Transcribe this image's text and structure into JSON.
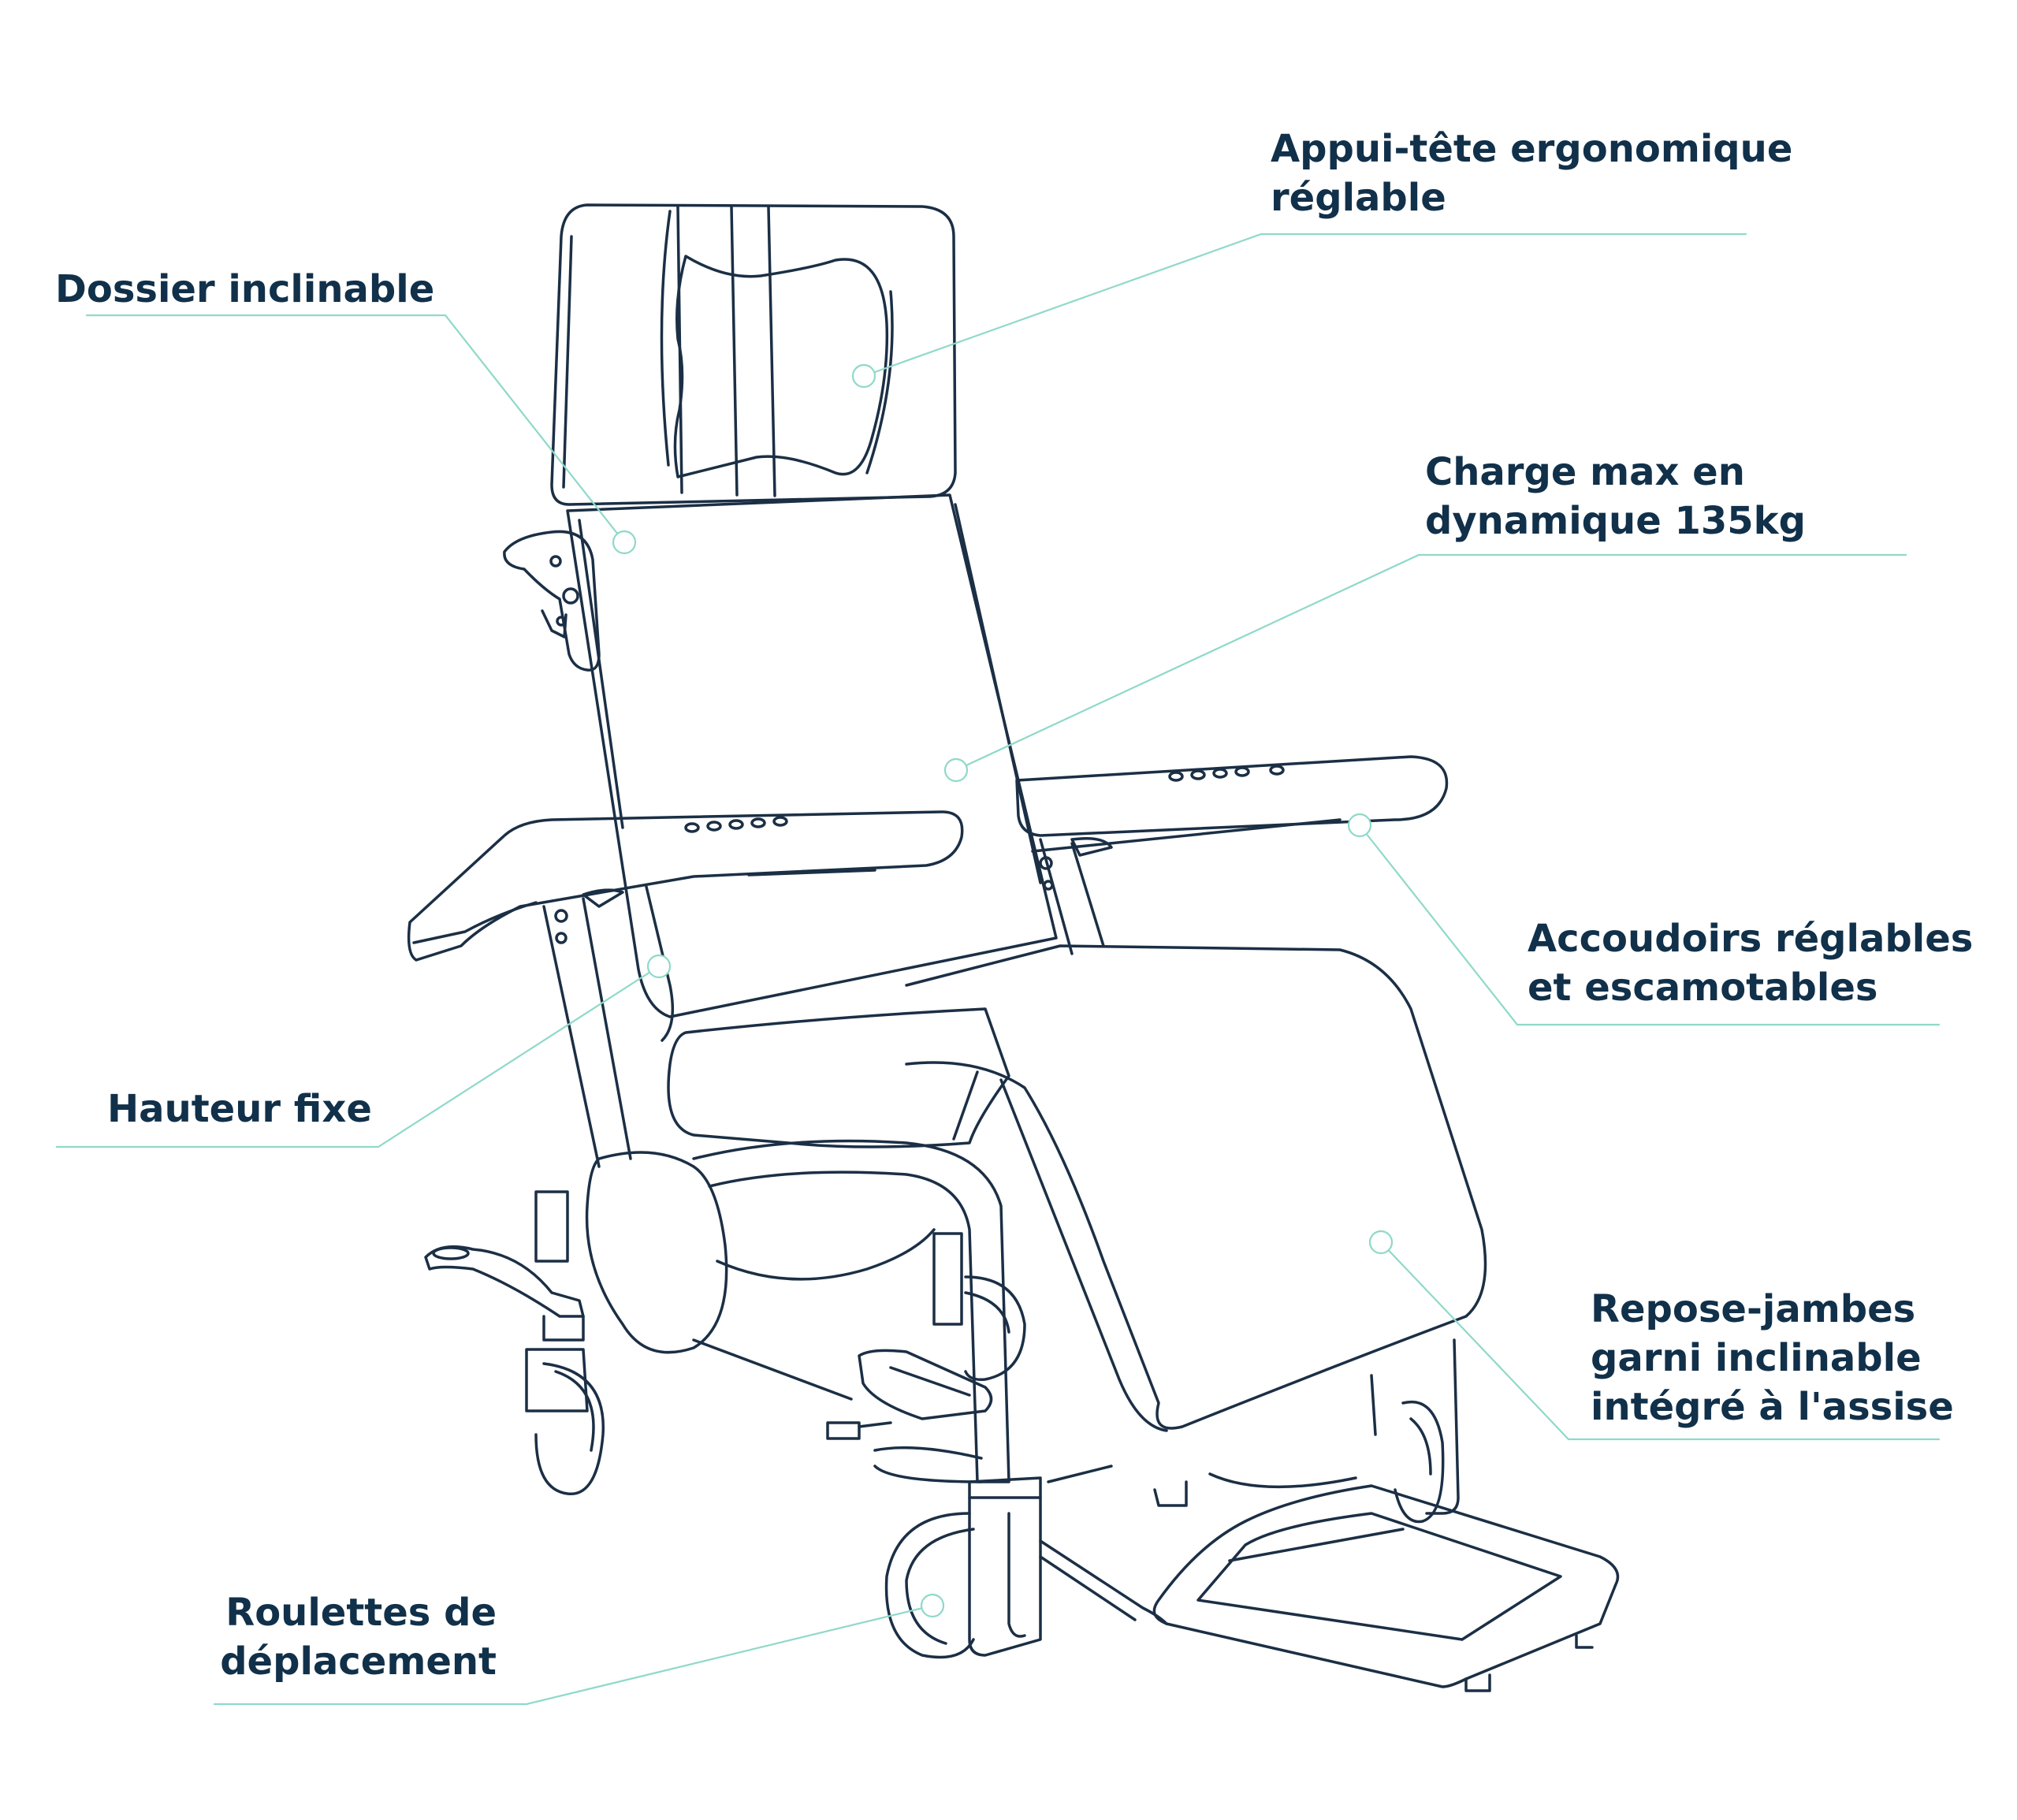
{
  "colors": {
    "ink": "#1b2f45",
    "leader": "#8fd9c9",
    "text": "#11304a",
    "background": "#ffffff"
  },
  "callouts": {
    "dossier": {
      "lines": [
        "Dossier inclinable"
      ]
    },
    "appui_tete": {
      "lines": [
        "Appui-tête ergonomique",
        "réglable"
      ]
    },
    "charge": {
      "lines": [
        "Charge max en",
        "dynamique 135kg"
      ]
    },
    "accoudoirs": {
      "lines": [
        "Accoudoirs réglables",
        "et escamotables"
      ]
    },
    "hauteur": {
      "lines": [
        "Hauteur fixe"
      ]
    },
    "repose_jambes": {
      "lines": [
        "Repose-jambes",
        "garni inclinable",
        "intégré à l'assise"
      ]
    },
    "roulettes": {
      "lines": [
        "Roulettes de",
        "déplacement"
      ]
    }
  }
}
